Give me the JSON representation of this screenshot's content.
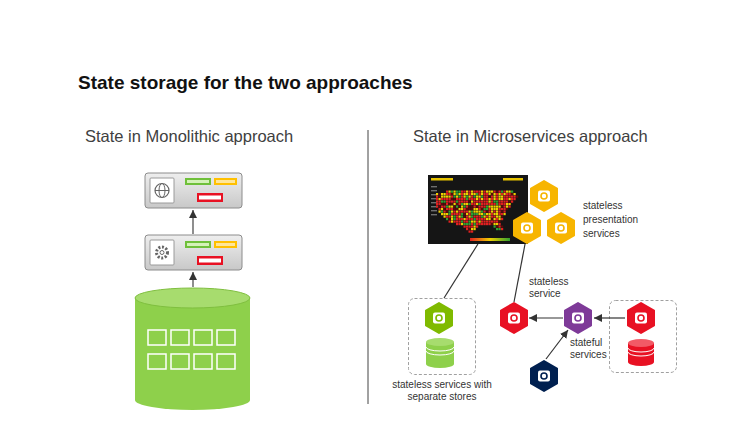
{
  "diagram": {
    "title": "State storage for the two approaches",
    "nodes": [
      {
        "text": [
          "stateless presentation services"
        ]
      },
      {
        "text": [
          "stateless service"
        ]
      },
      {
        "text": [
          "stateful services"
        ]
      },
      {
        "text": [
          "stateless services with separate stores"
        ]
      }
    ],
    "edges": [
      {
        "from": 0,
        "to": 1,
        "arrow": "none"
      },
      {
        "from": 2,
        "to": 1,
        "arrow": "to"
      },
      {
        "from": 0,
        "to": 3,
        "arrow": "none"
      }
    ],
    "labels": [
      "State in Monolithic approach",
      "State in Microservices approach"
    ]
  }
}
